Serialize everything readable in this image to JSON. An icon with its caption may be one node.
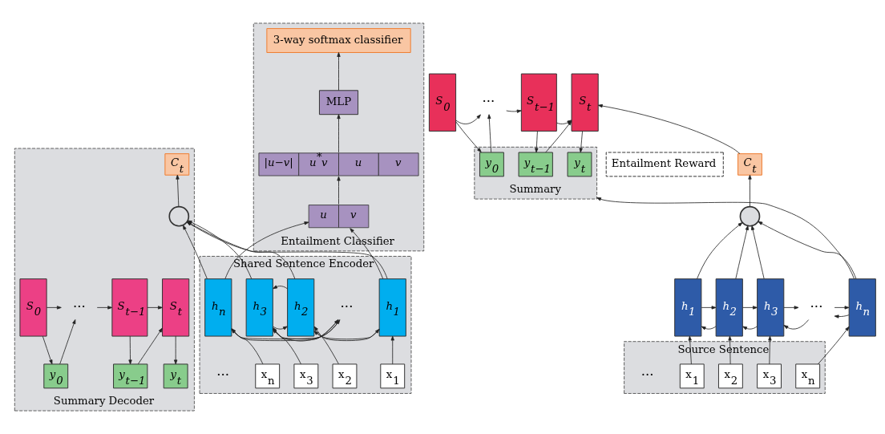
{
  "diagram": {
    "nodes": [
      {
        "text": [
          "Summary Decoder"
        ]
      },
      {
        "text": [
          "y$_{0}$"
        ],
        "in": 0
      },
      {
        "text": [
          "y$_{t−1}$"
        ],
        "in": 0
      },
      {
        "text": [
          "y$_{t}$"
        ],
        "in": 0
      },
      {
        "text": [
          "S$_{0}$"
        ],
        "in": 0
      },
      {
        "text": [
          "···"
        ],
        "in": 0
      },
      {
        "text": [
          "S$_{t−1}$"
        ],
        "in": 0
      },
      {
        "text": [
          "S$_{t}$"
        ],
        "in": 0
      },
      {
        "text": [
          "C$_{t}$"
        ],
        "in": 0
      },
      {
        "text": [],
        "shape": "circle",
        "in": 0
      },
      {
        "text": [
          "Entailment Classifier"
        ]
      },
      {
        "text": [
          "3-way softmax classifier"
        ],
        "in": 10
      },
      {
        "text": [
          "MLP"
        ],
        "in": 10
      },
      {
        "text": [
          "|u−v|",
          "u$^{*}$v",
          "u",
          "v"
        ],
        "in": 10
      },
      {
        "text": [
          "u",
          "v"
        ],
        "in": 10
      },
      {
        "text": [
          "Shared Sentence Encoder"
        ]
      },
      {
        "text": [
          "h$_{1}$"
        ],
        "in": 15
      },
      {
        "text": [
          "h$_{2}$"
        ],
        "in": 15
      },
      {
        "text": [
          "h$_{3}$"
        ],
        "in": 15
      },
      {
        "text": [
          "h$_{n}$"
        ],
        "in": 15
      },
      {
        "text": [
          "···"
        ],
        "in": 15
      },
      {
        "text": [
          "x$_{1}$"
        ],
        "in": 15
      },
      {
        "text": [
          "x$_{2}$"
        ],
        "in": 15
      },
      {
        "text": [
          "x$_{3}$"
        ],
        "in": 15
      },
      {
        "text": [
          "x$_{n}$"
        ],
        "in": 15
      },
      {
        "text": [
          "Summary"
        ]
      },
      {
        "text": [
          "y$_{0}$"
        ],
        "in": 25
      },
      {
        "text": [
          "y$_{t−1}$"
        ],
        "in": 25
      },
      {
        "text": [
          "y$_{t}$"
        ],
        "in": 25
      },
      {
        "text": [
          "S$_{0}$"
        ]
      },
      {
        "text": [
          "···"
        ]
      },
      {
        "text": [
          "S$_{t−1}$"
        ]
      },
      {
        "text": [
          "S$_{t}$"
        ]
      },
      {
        "text": [
          "Entailment Reward"
        ]
      },
      {
        "text": [
          "C$_{t}$"
        ]
      },
      {
        "text": [],
        "shape": "circle"
      },
      {
        "text": [
          "h$_{1}$"
        ]
      },
      {
        "text": [
          "h$_{2}$"
        ]
      },
      {
        "text": [
          "h$_{3}$"
        ]
      },
      {
        "text": [
          "···"
        ]
      },
      {
        "text": [
          "h$_{n}$"
        ]
      },
      {
        "text": [
          "Source Sentence"
        ]
      },
      {
        "text": [
          "x$_{1}$"
        ],
        "in": 41
      },
      {
        "text": [
          "x$_{2}$"
        ],
        "in": 41
      },
      {
        "text": [
          "x$_{3}$"
        ],
        "in": 41
      },
      {
        "text": [
          "x$_{n}$"
        ],
        "in": 41
      }
    ],
    "edges": [
      {
        "from": 4,
        "to": 1,
        "arrow": "to"
      },
      {
        "from": 6,
        "to": 2,
        "arrow": "to"
      },
      {
        "from": 7,
        "to": 3,
        "arrow": "to"
      },
      {
        "from": 1,
        "to": 5,
        "arrow": "to"
      },
      {
        "from": 4,
        "to": 5,
        "arrow": "to"
      },
      {
        "from": 5,
        "to": 6,
        "arrow": "to"
      },
      {
        "from": 2,
        "to": 7,
        "arrow": "to"
      },
      {
        "from": 6,
        "to": 7,
        "arrow": "to"
      },
      {
        "from": 9,
        "to": 8,
        "arrow": "to"
      },
      {
        "from": 16,
        "to": 9,
        "arrow": "to"
      },
      {
        "from": 17,
        "to": 9,
        "arrow": "to"
      },
      {
        "from": 18,
        "to": 9,
        "arrow": "to"
      },
      {
        "from": 19,
        "to": 9,
        "arrow": "to"
      },
      {
        "from": 16,
        "to": 14,
        "arrow": "to"
      },
      {
        "from": 19,
        "to": 14,
        "arrow": "to"
      },
      {
        "from": 14,
        "to": 13,
        "arrow": "to"
      },
      {
        "from": 13,
        "to": 12,
        "arrow": "to"
      },
      {
        "from": 12,
        "to": 11,
        "arrow": "to"
      },
      {
        "from": 16,
        "to": 17,
        "arrow": "to"
      },
      {
        "from": 17,
        "to": 16,
        "arrow": "to"
      },
      {
        "from": 17,
        "to": 18,
        "arrow": "to"
      },
      {
        "from": 18,
        "to": 17,
        "arrow": "to"
      },
      {
        "from": 18,
        "to": 20,
        "arrow": "to"
      },
      {
        "from": 20,
        "to": 18,
        "arrow": "to"
      },
      {
        "from": 20,
        "to": 19,
        "arrow": "to"
      },
      {
        "from": 19,
        "to": 20,
        "arrow": "to"
      },
      {
        "from": 21,
        "to": 16,
        "arrow": "to"
      },
      {
        "from": 22,
        "to": 17,
        "arrow": "to"
      },
      {
        "from": 23,
        "to": 18,
        "arrow": "to"
      },
      {
        "from": 24,
        "to": 19,
        "arrow": "to"
      },
      {
        "from": 29,
        "to": 26,
        "arrow": "to"
      },
      {
        "from": 31,
        "to": 27,
        "arrow": "to"
      },
      {
        "from": 32,
        "to": 28,
        "arrow": "to"
      },
      {
        "from": 26,
        "to": 30,
        "arrow": "to"
      },
      {
        "from": 29,
        "to": 30,
        "arrow": "to"
      },
      {
        "from": 30,
        "to": 31,
        "arrow": "to"
      },
      {
        "from": 27,
        "to": 32,
        "arrow": "to"
      },
      {
        "from": 31,
        "to": 32,
        "arrow": "to"
      },
      {
        "from": 34,
        "to": 32,
        "arrow": "to"
      },
      {
        "from": 35,
        "to": 34,
        "arrow": "to"
      },
      {
        "from": 36,
        "to": 35,
        "arrow": "to"
      },
      {
        "from": 37,
        "to": 35,
        "arrow": "to"
      },
      {
        "from": 38,
        "to": 35,
        "arrow": "to"
      },
      {
        "from": 40,
        "to": 35,
        "arrow": "to"
      },
      {
        "from": 36,
        "to": 37,
        "arrow": "to"
      },
      {
        "from": 37,
        "to": 36,
        "arrow": "to"
      },
      {
        "from": 37,
        "to": 38,
        "arrow": "to"
      },
      {
        "from": 38,
        "to": 37,
        "arrow": "to"
      },
      {
        "from": 38,
        "to": 39,
        "arrow": "to"
      },
      {
        "from": 39,
        "to": 38,
        "arrow": "to"
      },
      {
        "from": 39,
        "to": 40,
        "arrow": "to"
      },
      {
        "from": 40,
        "to": 39,
        "arrow": "to"
      },
      {
        "from": 42,
        "to": 36,
        "arrow": "to"
      },
      {
        "from": 43,
        "to": 37,
        "arrow": "to"
      },
      {
        "from": 44,
        "to": 38,
        "arrow": "to"
      },
      {
        "from": 45,
        "to": 40,
        "arrow": "to"
      },
      {
        "from": 40,
        "to": 25,
        "arrow": "to"
      }
    ],
    "labels": [
      "···",
      "···"
    ]
  }
}
